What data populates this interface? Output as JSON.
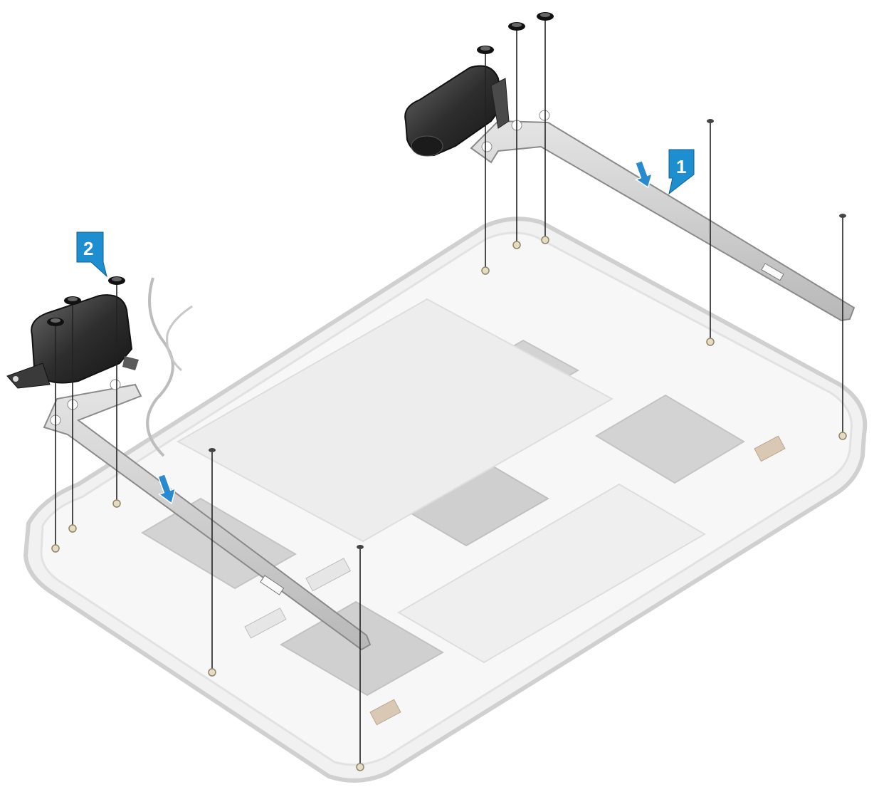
{
  "diagram": {
    "callouts": [
      {
        "id": "1",
        "label": "1"
      },
      {
        "id": "2",
        "label": "2"
      }
    ],
    "colors": {
      "callout": "#1d8fd0",
      "callout_dark": "#0f5f8f",
      "arrow": "#2a8ad0",
      "panel_fill": "#f4f4f4",
      "panel_edge": "#d6d6d6",
      "tape": "#d2d2d2",
      "bracket": "#c9c9c9",
      "hinge": "#3d3d3d",
      "screw_line": "#222222"
    },
    "icons": {
      "display_back_cover": "laptop-display-back-cover",
      "right_hinge": "hinge-right",
      "left_hinge": "hinge-left",
      "screw": "screw",
      "direction_arrow": "arrow-down"
    }
  }
}
